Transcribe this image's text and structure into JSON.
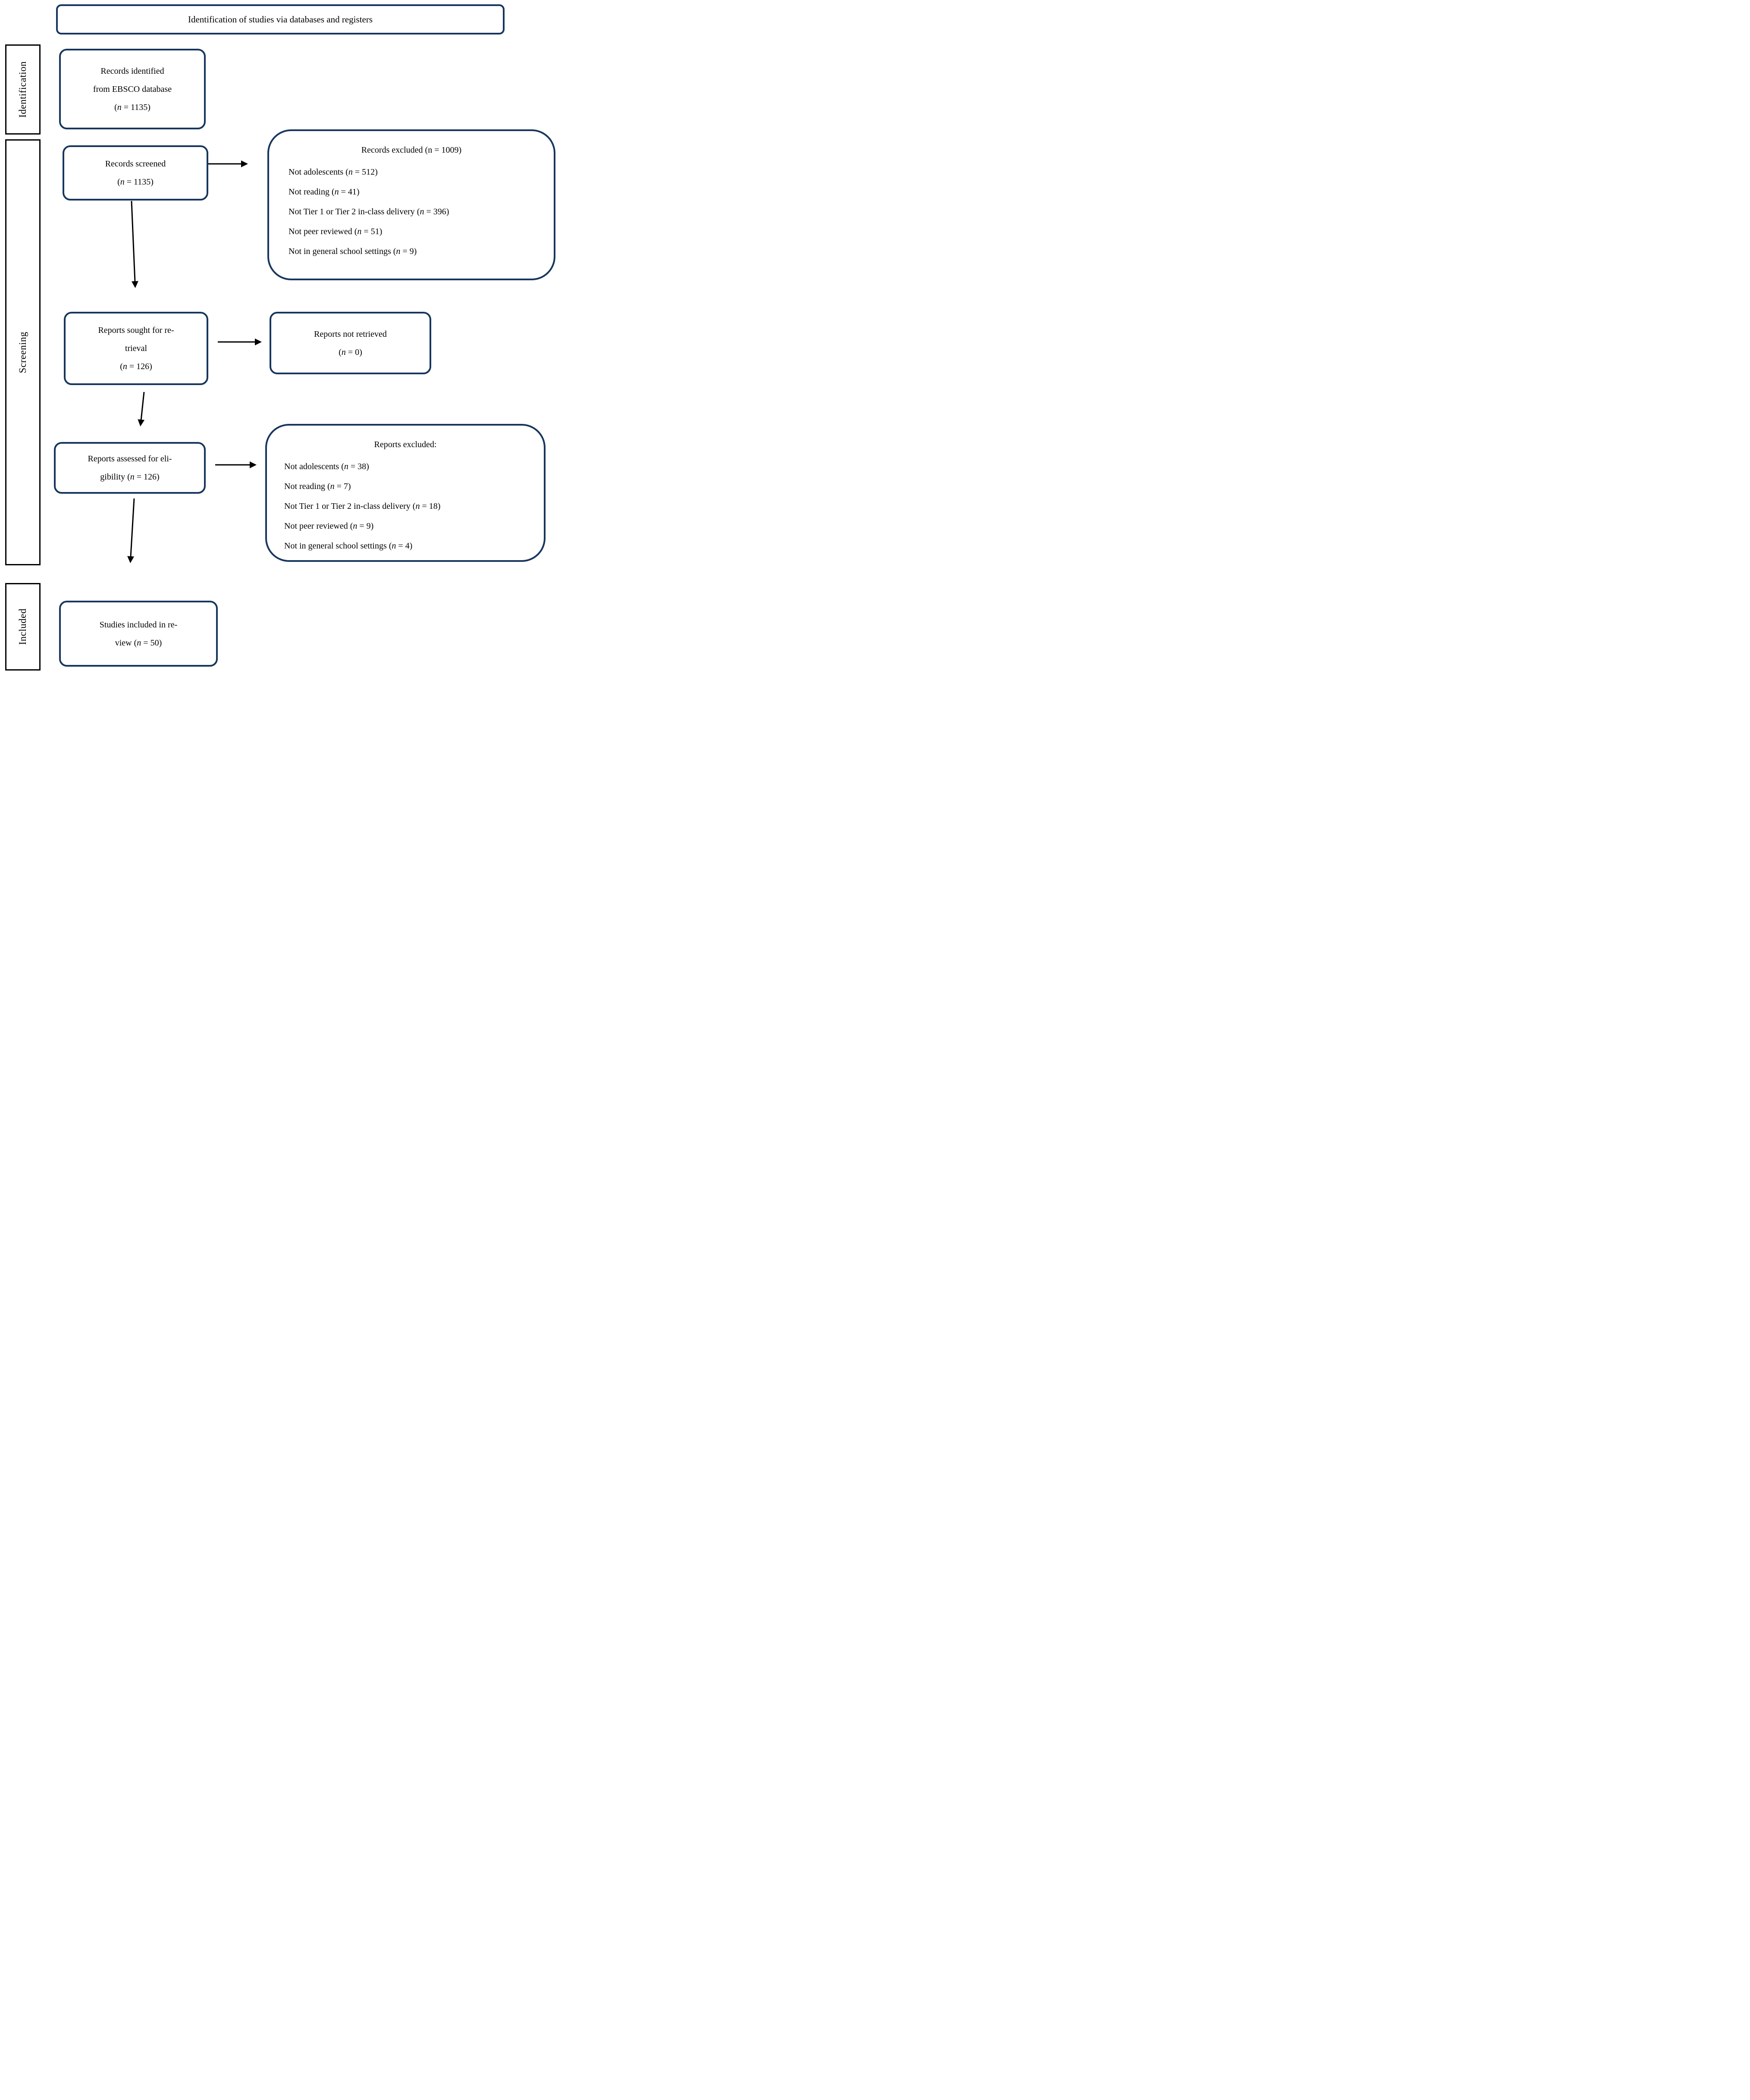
{
  "header": {
    "title": "Identification of studies via databases and registers"
  },
  "stages": {
    "identification": "Identification",
    "screening": "Screening",
    "included": "Included"
  },
  "boxes": {
    "records_identified": {
      "lines": [
        "Records identified",
        "from EBSCO database",
        "(n = 1135)"
      ]
    },
    "records_screened": {
      "lines": [
        "Records screened",
        "(n = 1135)"
      ]
    },
    "records_excluded": {
      "title": "Records excluded (n = 1009)",
      "items": [
        "Not adolescents (n = 512)",
        "Not reading (n = 41)",
        "Not Tier 1 or Tier 2 in-class delivery (n = 396)",
        "Not peer reviewed (n = 51)",
        "Not in general school settings (n = 9)"
      ]
    },
    "reports_sought": {
      "lines": [
        "Reports sought for re-",
        "trieval",
        "(n = 126)"
      ]
    },
    "reports_not_retrieved": {
      "lines": [
        "Reports not retrieved",
        "(n = 0)"
      ]
    },
    "reports_assessed": {
      "lines": [
        "Reports assessed for eli-",
        "gibility (n = 126)"
      ]
    },
    "reports_excluded": {
      "title": "Reports excluded:",
      "items": [
        "Not adolescents (n = 38)",
        "Not reading (n = 7)",
        "Not Tier 1 or Tier 2 in-class delivery (n = 18)",
        "Not peer reviewed (n = 9)",
        "Not in general school settings (n = 4)"
      ]
    },
    "studies_included": {
      "lines": [
        "Studies included in re-",
        "view (n = 50)"
      ]
    }
  },
  "colors": {
    "box_border": "#17365d",
    "stage_border": "#000000",
    "arrow": "#000000"
  }
}
